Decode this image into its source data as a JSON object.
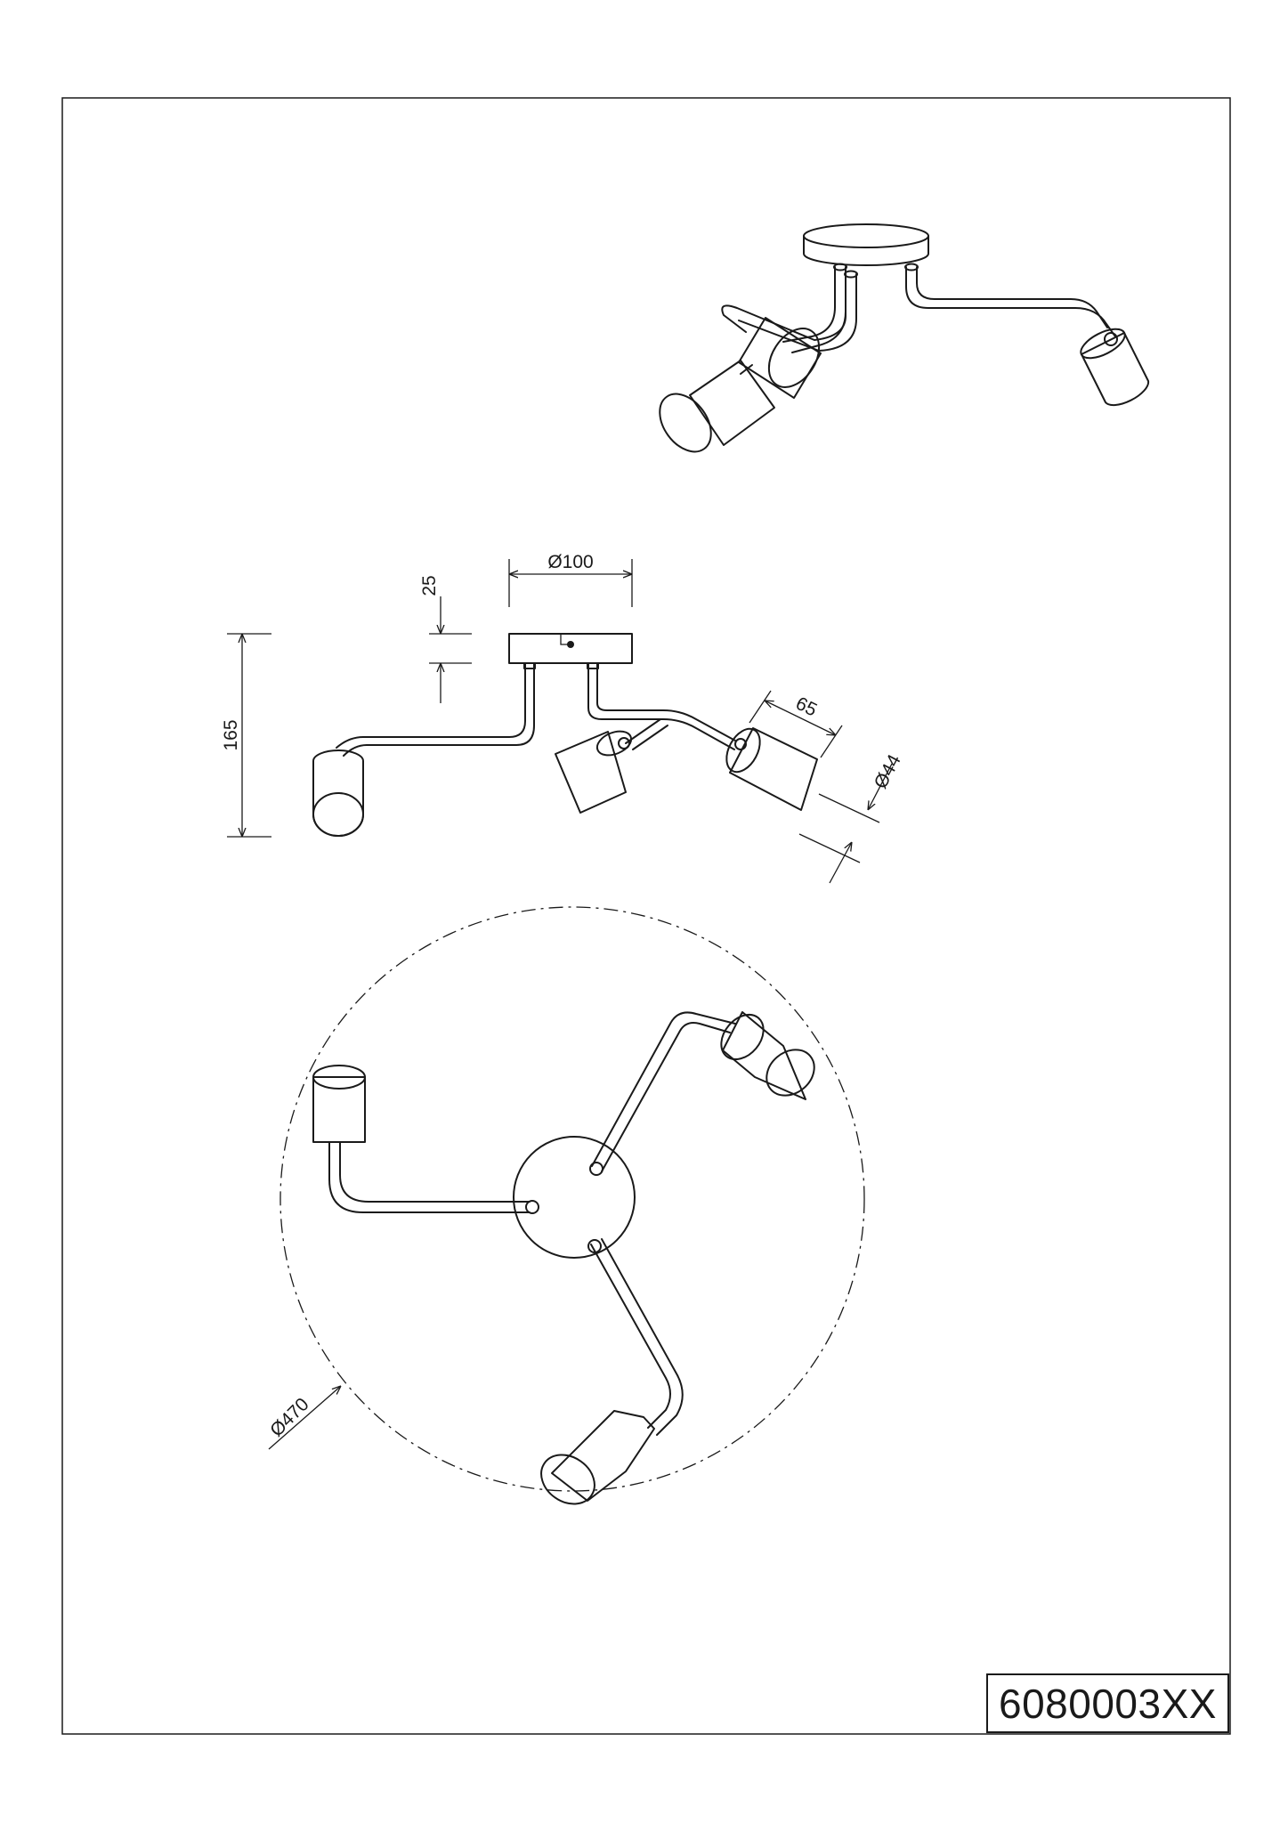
{
  "sheet": {
    "product_code": "6080003XX"
  },
  "dimensions": {
    "canopy_diameter": "Ø100",
    "canopy_height": "25",
    "overall_height": "165",
    "shade_length": "65",
    "shade_diameter": "Ø44",
    "span_diameter": "Ø470"
  },
  "colors": {
    "line": "#1a1a1a",
    "background": "#ffffff"
  }
}
